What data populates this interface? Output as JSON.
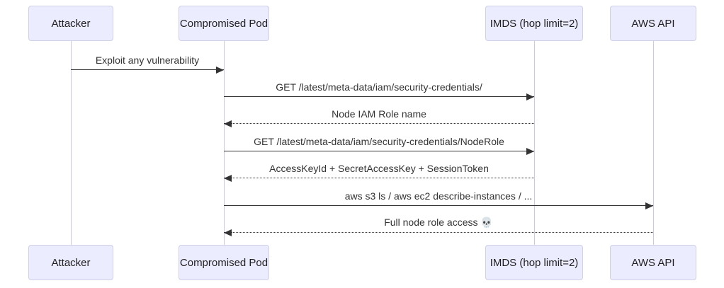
{
  "diagram": {
    "type": "sequence-diagram",
    "background_color": "#ffffff",
    "actor_fill_color": "#ECECFF",
    "actor_border_color": "#cfcfe6",
    "lifeline_color": "#c9c9e0",
    "message_line_color": "#333333",
    "text_color": "#333333"
  },
  "actors": [
    {
      "id": "attacker",
      "label": "Attacker"
    },
    {
      "id": "compromised-pod",
      "label": "Compromised Pod"
    },
    {
      "id": "imds",
      "label": "IMDS (hop limit=2)"
    },
    {
      "id": "aws-api",
      "label": "AWS API"
    }
  ],
  "messages": [
    {
      "text": "Exploit any vulnerability",
      "from": "attacker",
      "to": "compromised-pod",
      "style": "solid"
    },
    {
      "text": "GET /latest/meta-data/iam/security-credentials/",
      "from": "compromised-pod",
      "to": "imds",
      "style": "solid"
    },
    {
      "text": "Node IAM Role name",
      "from": "imds",
      "to": "compromised-pod",
      "style": "dashed"
    },
    {
      "text": "GET /latest/meta-data/iam/security-credentials/NodeRole",
      "from": "compromised-pod",
      "to": "imds",
      "style": "solid"
    },
    {
      "text": "AccessKeyId + SecretAccessKey + SessionToken",
      "from": "imds",
      "to": "compromised-pod",
      "style": "dashed"
    },
    {
      "text": "aws s3 ls / aws ec2 describe-instances / ...",
      "from": "compromised-pod",
      "to": "aws-api",
      "style": "solid"
    },
    {
      "text": "Full node role access 💀",
      "from": "aws-api",
      "to": "compromised-pod",
      "style": "dashed"
    }
  ]
}
